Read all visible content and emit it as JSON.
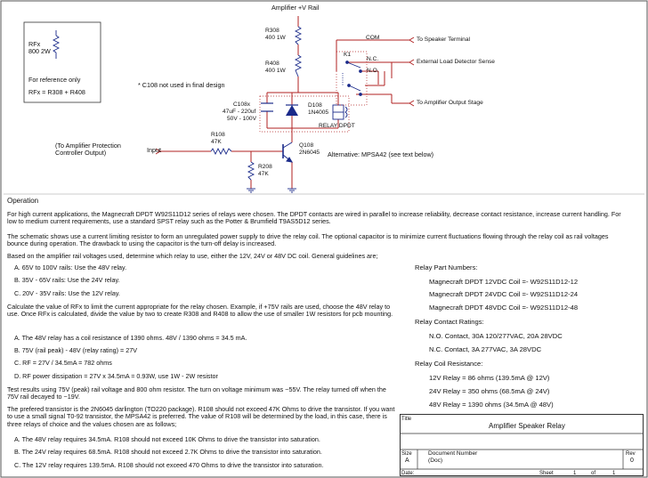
{
  "rfx_box": {
    "label": "RFx",
    "value": "800 2W",
    "ref_note": "For reference only",
    "formula": "RFx = R308 + R408"
  },
  "schematic": {
    "rail_label": "Amplifier +V Rail",
    "note_c108": "* C108 not used in final design",
    "input_label": "Input",
    "protection_label_1": "(To Amplifier Protection",
    "protection_label_2": "Controller Output)",
    "r308": {
      "ref": "R308",
      "value": "400 1W"
    },
    "r408": {
      "ref": "R408",
      "value": "400 1W"
    },
    "c108": {
      "ref": "C108x",
      "value1": "47uF - 220uf",
      "value2": "50V - 100V"
    },
    "d108": {
      "ref": "D108",
      "value": "1N4005"
    },
    "r108": {
      "ref": "R108",
      "value": "47K"
    },
    "r208": {
      "ref": "R208",
      "value": "47K"
    },
    "q108": {
      "ref": "Q108",
      "value": "2N6045"
    },
    "alternative": "Alternative: MPSA42 (see text below)",
    "relay_label": "RELAY DPDT",
    "k1": "K1",
    "com": "COM",
    "nc": "N.C.",
    "no": "N.O.",
    "to_speaker": "To Speaker Terminal",
    "to_detector": "External Load Detector Sense",
    "to_output": "To Amplifier Output Stage"
  },
  "text": {
    "heading": "Operation",
    "p1": "For high current applications, the Magnecraft DPDT W92S11D12 series of relays were chosen. The DPDT contacts are wired in parallel to increase reliability, decrease contact resistance, increase current handling. For low to medium current requirements, use a standard SPST relay such as the Potter & Brumfield T9AS5D12 series.",
    "p2": "The schematic shows use a current limiting resistor to form an unregulated power supply to drive the relay coil. The optional capacitor is to minimize current fluctuations flowing through the relay coil as rail voltages bounce during operation. The drawback to using the capacitor is the turn-off delay is increased.",
    "p3": "Based on the amplifier rail voltages used, determine which relay to use, either the 12V, 24V or 48V DC coil.  General guidelines are;",
    "g1": "A. 65V to 100V rails: Use the 48V relay.",
    "g2": "B. 35V - 65V rails: Use the 24V relay.",
    "g3": "C. 20V - 35V rails: Use the 12V relay.",
    "p4": "Calculate the value of RFx to limit the current appropriate for the relay chosen. Example, if +75V rails are used, choose the 48V relay to use. Once RFx is calculated, divide the value by two to create R308 and R408 to allow the use of smaller 1W resistors for pcb mounting.",
    "c1": "A. The 48V relay has a coil resistance of 1390 ohms. 48V / 1390 ohms = 34.5 mA.",
    "c2": "B. 75V (rail peak) - 48V (relay rating) = 27V",
    "c3": "C. RF  = 27V / 34.5mA = 782 ohms",
    "c4": "D. RF power dissipation = 27V x 34.5mA = 0.93W, use 1W - 2W resistor",
    "p5": "Test results using 75V (peak) rail voltage and 800 ohm resistor. The turn on voltage minimum was ~55V. The relay turned off when the 75V rail decayed to ~19V.",
    "p6": "The prefered transistor is the 2N6045 darlington (TO220 package). R108 should not exceed 47K Ohms to drive the transistor.  If you want to use a small signal T0-92 transistor, the MPSA42 is preferred. The value of R108 will be determined by the load, in this case, there is three relays of choice and the values chosen are as follows;",
    "t1": "A. The 48V relay requires 34.5mA. R108 should not exceed 10K Ohms to drive the transistor into saturation.",
    "t2": "B. The 24V relay requires 68.5mA. R108 should not exceed 2.7K Ohms to drive the transistor into saturation.",
    "t3": "C. The 12V relay requires 139.5mA. R108 should not exceed 470 Ohms to drive the transistor into saturation."
  },
  "specs": {
    "part_heading": "Relay Part Numbers:",
    "part1": "Magnecraft DPDT 12VDC Coil =- W92S11D12-12",
    "part2": "Magnecraft DPDT 24VDC Coil =- W92S11D12-24",
    "part3": "Magnecraft DPDT 48VDC Coil =- W92S11D12-48",
    "contact_heading": "Relay Contact Ratings:",
    "contact1": "N.O. Contact, 30A 120/277VAC, 20A 28VDC",
    "contact2": "N.C. Contact, 3A 277VAC, 3A 28VDC",
    "coil_heading": "Relay Coil Resistance:",
    "coil1": "12V Relay = 86 ohms (139.5mA @ 12V)",
    "coil2": "24V Relay = 350 ohms (68.5mA @ 24V)",
    "coil3": "48V Relay = 1390 ohms (34.5mA @ 48V)"
  },
  "title_block": {
    "title_label": "Title",
    "title": "Amplifier Speaker Relay",
    "size_label": "Size",
    "size": "A",
    "docnum_label": "Document Number",
    "docnum": "(Doc)",
    "rev_label": "Rev",
    "rev": "0",
    "date_label": "Date:",
    "sheet_label": "Sheet",
    "sheet": "1",
    "of_label": "of",
    "of": "1"
  },
  "colors": {
    "wire": "#b02020",
    "component": "#1a2a8a",
    "text": "#111111"
  }
}
